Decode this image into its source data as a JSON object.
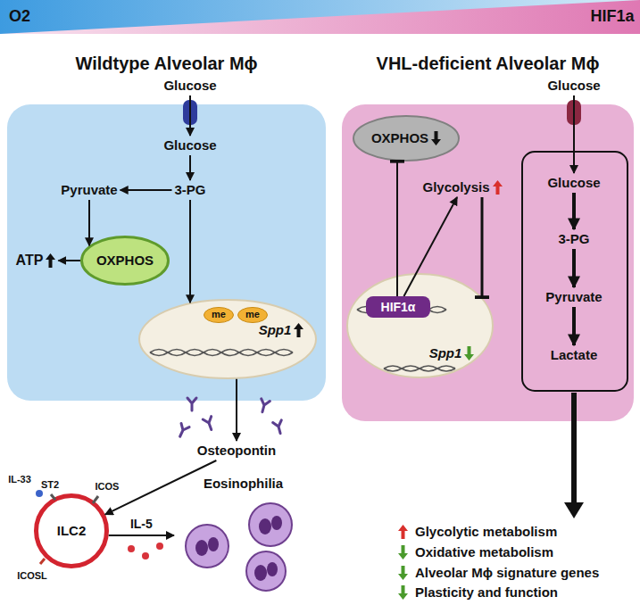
{
  "diagram": {
    "nodes": [
      {
        "text": [
          "Wildtype Alveolar Mϕ"
        ]
      },
      {
        "text": [
          "Glucose"
        ]
      },
      {
        "text": [
          "Glucose"
        ],
        "in": 0
      },
      {
        "text": [
          "3-PG"
        ],
        "in": 0
      },
      {
        "text": [
          "Pyruvate"
        ],
        "in": 0
      },
      {
        "text": [
          "OXPHOS"
        ],
        "in": 0
      },
      {
        "text": [
          "ATP"
        ],
        "in": 0
      },
      {
        "text": [
          "Spp1"
        ],
        "in": 0
      },
      {
        "text": [
          "me"
        ],
        "in": 7
      },
      {
        "text": [
          "me"
        ],
        "in": 7
      },
      {
        "text": [
          "Osteopontin"
        ]
      },
      {
        "text": [
          "ILC2"
        ]
      },
      {
        "text": [
          "Eosinophilia"
        ]
      },
      {
        "text": [
          "VHL-deficient Alveolar Mϕ"
        ]
      },
      {
        "text": [
          "Glucose"
        ]
      },
      {
        "text": [
          "Glucose"
        ],
        "in": 13
      },
      {
        "text": [
          "3-PG"
        ],
        "in": 13
      },
      {
        "text": [
          "Pyruvate"
        ],
        "in": 13
      },
      {
        "text": [
          "Lactate"
        ],
        "in": 13
      },
      {
        "text": [
          "OXPHOS"
        ],
        "in": 13
      },
      {
        "text": [
          "Glycolysis"
        ],
        "in": 13
      },
      {
        "text": [
          "Spp1"
        ],
        "in": 13
      },
      {
        "text": [
          "HIF1α"
        ],
        "in": 21
      }
    ],
    "edges": [
      {
        "from": 1,
        "to": 2,
        "arrow": "to"
      },
      {
        "from": 2,
        "to": 3,
        "arrow": "to"
      },
      {
        "from": 3,
        "to": 4,
        "arrow": "to"
      },
      {
        "from": 4,
        "to": 5,
        "arrow": "to"
      },
      {
        "from": 5,
        "to": 6,
        "arrow": "to"
      },
      {
        "from": 3,
        "to": 7,
        "arrow": "to"
      },
      {
        "from": 7,
        "to": 10,
        "arrow": "to"
      },
      {
        "from": 10,
        "to": 11,
        "arrow": "to"
      },
      {
        "from": 11,
        "to": 12,
        "label": "IL-5",
        "arrow": "to"
      },
      {
        "from": 14,
        "to": 15,
        "arrow": "to"
      },
      {
        "from": 15,
        "to": 16,
        "arrow": "to"
      },
      {
        "from": 16,
        "to": 17,
        "arrow": "to"
      },
      {
        "from": 17,
        "to": 18,
        "arrow": "to"
      },
      {
        "from": 22,
        "to": 19,
        "arrow": "to"
      },
      {
        "from": 22,
        "to": 20,
        "arrow": "to"
      },
      {
        "from": 20,
        "to": 21,
        "arrow": "to"
      }
    ],
    "labels": [
      "O2",
      "HIF1a",
      "IL-33",
      "ST2",
      "ICOS",
      "ICOSL"
    ],
    "legend": [
      {
        "text": "Glycolytic metabolism"
      },
      {
        "text": "Oxidative metabolism"
      },
      {
        "text": "Alveolar Mϕ signature genes"
      },
      {
        "text": "Plasticity and function"
      }
    ]
  }
}
